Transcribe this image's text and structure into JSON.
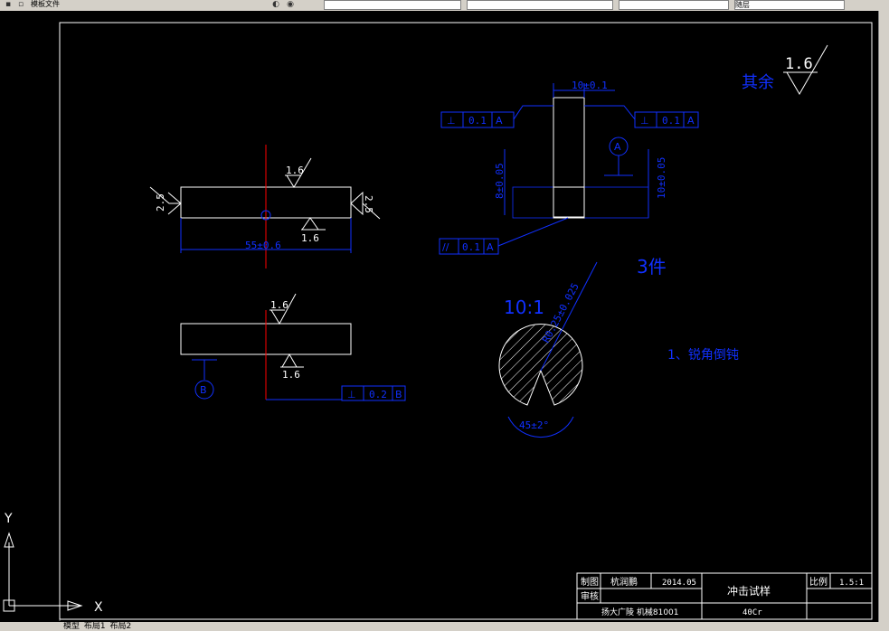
{
  "toolbar": {
    "file_label": "模板文件",
    "combo1": "",
    "combo2": "",
    "combo3": "",
    "combo4": "随层"
  },
  "layout_tabs": [
    "模型",
    "布局1",
    "布局2"
  ],
  "ucs": {
    "x_label": "X",
    "y_label": "Y"
  },
  "drawing": {
    "roughness_rest_label": "其余",
    "roughness_rest_value": "1.6",
    "top_view": {
      "roughness_top": "1.6",
      "roughness_bottom": "1.6",
      "roughness_left": "2.5",
      "roughness_right": "2.5",
      "length_dim": "55±0.6"
    },
    "side_view": {
      "roughness_top": "1.6",
      "roughness_bottom": "1.6",
      "datum": "B",
      "fcf_value": "0.2",
      "fcf_datum": "B"
    },
    "section_view": {
      "width_dim": "10±0.1",
      "height_dim_left": "8±0.05",
      "height_dim_right": "10±0.05",
      "fcf_left_value": "0.1",
      "fcf_left_datum": "A",
      "fcf_right_value": "0.1",
      "fcf_right_datum": "A",
      "fcf_parallel_value": "0.1",
      "fcf_parallel_datum": "A",
      "datum": "A"
    },
    "quantity": "3件",
    "detail": {
      "scale": "10:1",
      "radius_dim": "R0.25±0.025",
      "angle_dim": "45±2°"
    },
    "note": "1、锐角倒钝"
  },
  "title_block": {
    "drawn_label": "制图",
    "drawn_name": "杭润鹏",
    "date": "2014.05",
    "review_label": "审核",
    "part_name": "冲击试样",
    "scale_label": "比例",
    "scale_value": "1.5:1",
    "school": "扬大广陵 机械81001",
    "material": "40Cr"
  },
  "colors": {
    "background": "#000000",
    "geometry": "#ffffff",
    "dimension": "#1030ff",
    "centerline": "#ff0000",
    "ui_gray": "#d4d0c8"
  }
}
